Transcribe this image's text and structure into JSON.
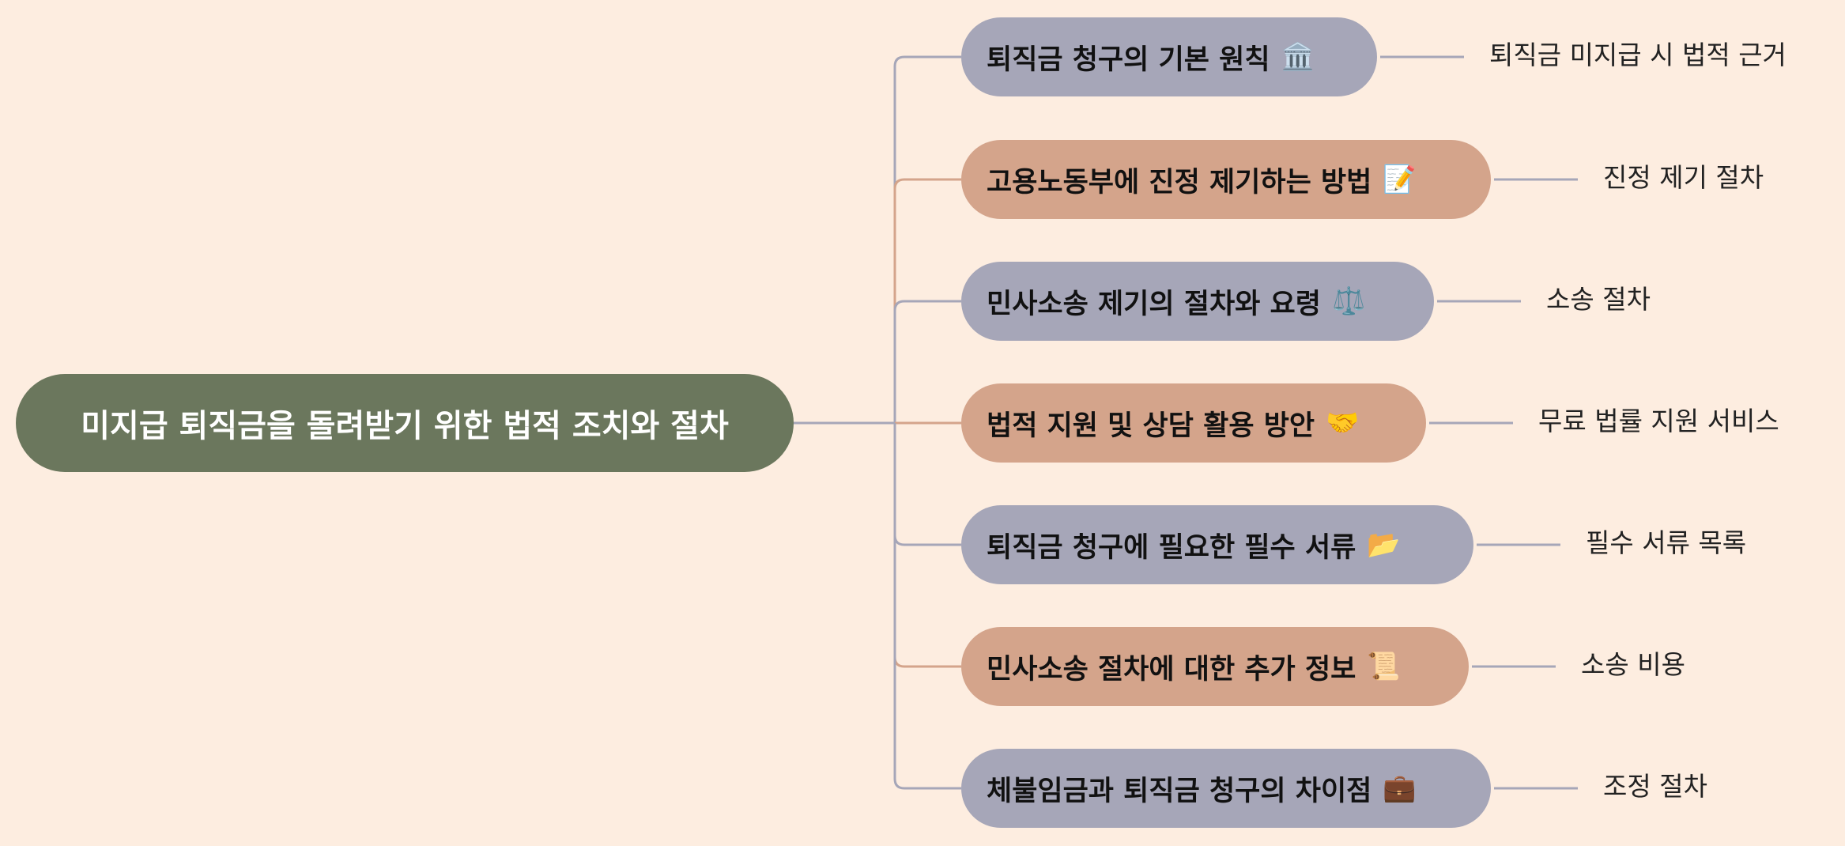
{
  "colors": {
    "background": "#fdede0",
    "root_fill": "#6b775d",
    "branch_purple": "#a6a6b8",
    "branch_tan": "#d4a48b",
    "connector_purple": "#a6a6b8",
    "connector_tan": "#d4a48b"
  },
  "root": {
    "label": "미지급 퇴직금을 돌려받기 위한 법적 조치와 절차"
  },
  "branches": [
    {
      "label": "퇴직금 청구의 기본 원칙",
      "icon": "🏛️",
      "icon_name": "bank-building-icon",
      "leaf": "퇴직금 미지급 시 법적 근거",
      "color": "#a6a6b8"
    },
    {
      "label": "고용노동부에 진정 제기하는 방법",
      "icon": "📝",
      "icon_name": "memo-icon",
      "leaf": "진정 제기 절차",
      "color": "#d4a48b"
    },
    {
      "label": "민사소송 제기의 절차와 요령",
      "icon": "⚖️",
      "icon_name": "scales-icon",
      "leaf": "소송 절차",
      "color": "#a6a6b8"
    },
    {
      "label": "법적 지원 및 상담 활용 방안",
      "icon": "🤝",
      "icon_name": "handshake-icon",
      "leaf": "무료 법률 지원 서비스",
      "color": "#d4a48b"
    },
    {
      "label": "퇴직금 청구에 필요한 필수 서류",
      "icon": "📂",
      "icon_name": "open-folder-icon",
      "leaf": "필수 서류 목록",
      "color": "#a6a6b8"
    },
    {
      "label": "민사소송 절차에 대한 추가 정보",
      "icon": "📜",
      "icon_name": "scroll-icon",
      "leaf": "소송 비용",
      "color": "#d4a48b"
    },
    {
      "label": "체불임금과 퇴직금 청구의 차이점",
      "icon": "💼",
      "icon_name": "briefcase-icon",
      "leaf": "조정 절차",
      "color": "#a6a6b8"
    }
  ]
}
